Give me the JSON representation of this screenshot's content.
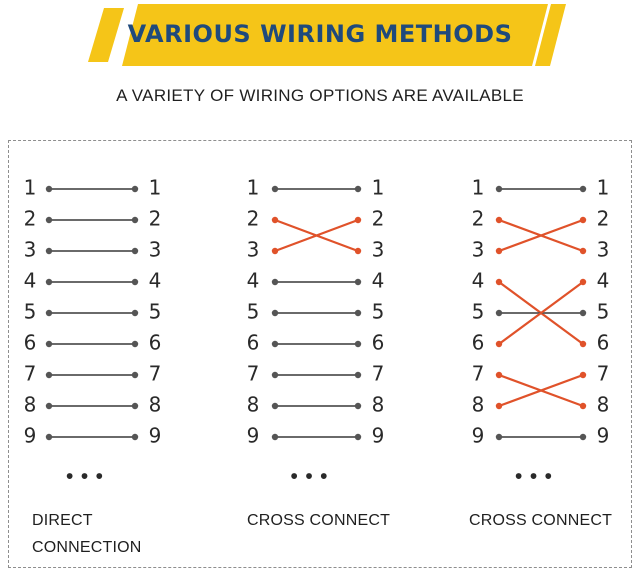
{
  "header": {
    "title": "VARIOUS WIRING METHODS",
    "subtitle": "A VARIETY OF WIRING OPTIONS ARE AVAILABLE",
    "accent_color": "#f5c518",
    "title_color": "#1f4a7c"
  },
  "colors": {
    "straight_wire": "#555555",
    "cross_wire": "#e0522a"
  },
  "diagrams": [
    {
      "caption_lines": [
        "DIRECT",
        "CONNECTION"
      ],
      "more": "•••",
      "wires": [
        {
          "from": "1",
          "to": "1",
          "type": "straight"
        },
        {
          "from": "2",
          "to": "2",
          "type": "straight"
        },
        {
          "from": "3",
          "to": "3",
          "type": "straight"
        },
        {
          "from": "4",
          "to": "4",
          "type": "straight"
        },
        {
          "from": "5",
          "to": "5",
          "type": "straight"
        },
        {
          "from": "6",
          "to": "6",
          "type": "straight"
        },
        {
          "from": "7",
          "to": "7",
          "type": "straight"
        },
        {
          "from": "8",
          "to": "8",
          "type": "straight"
        },
        {
          "from": "9",
          "to": "9",
          "type": "straight"
        }
      ]
    },
    {
      "caption_lines": [
        "CROSS CONNECT"
      ],
      "more": "•••",
      "wires": [
        {
          "from": "1",
          "to": "1",
          "type": "straight"
        },
        {
          "from": "2",
          "to": "3",
          "type": "cross"
        },
        {
          "from": "3",
          "to": "2",
          "type": "cross"
        },
        {
          "from": "4",
          "to": "4",
          "type": "straight"
        },
        {
          "from": "5",
          "to": "5",
          "type": "straight"
        },
        {
          "from": "6",
          "to": "6",
          "type": "straight"
        },
        {
          "from": "7",
          "to": "7",
          "type": "straight"
        },
        {
          "from": "8",
          "to": "8",
          "type": "straight"
        },
        {
          "from": "9",
          "to": "9",
          "type": "straight"
        }
      ]
    },
    {
      "caption_lines": [
        "CROSS CONNECT"
      ],
      "more": "•••",
      "wires": [
        {
          "from": "1",
          "to": "1",
          "type": "straight"
        },
        {
          "from": "2",
          "to": "3",
          "type": "cross"
        },
        {
          "from": "3",
          "to": "2",
          "type": "cross"
        },
        {
          "from": "4",
          "to": "6",
          "type": "cross"
        },
        {
          "from": "5",
          "to": "5",
          "type": "straight"
        },
        {
          "from": "6",
          "to": "4",
          "type": "cross"
        },
        {
          "from": "7",
          "to": "8",
          "type": "cross"
        },
        {
          "from": "8",
          "to": "7",
          "type": "cross"
        },
        {
          "from": "9",
          "to": "9",
          "type": "straight"
        }
      ]
    }
  ]
}
